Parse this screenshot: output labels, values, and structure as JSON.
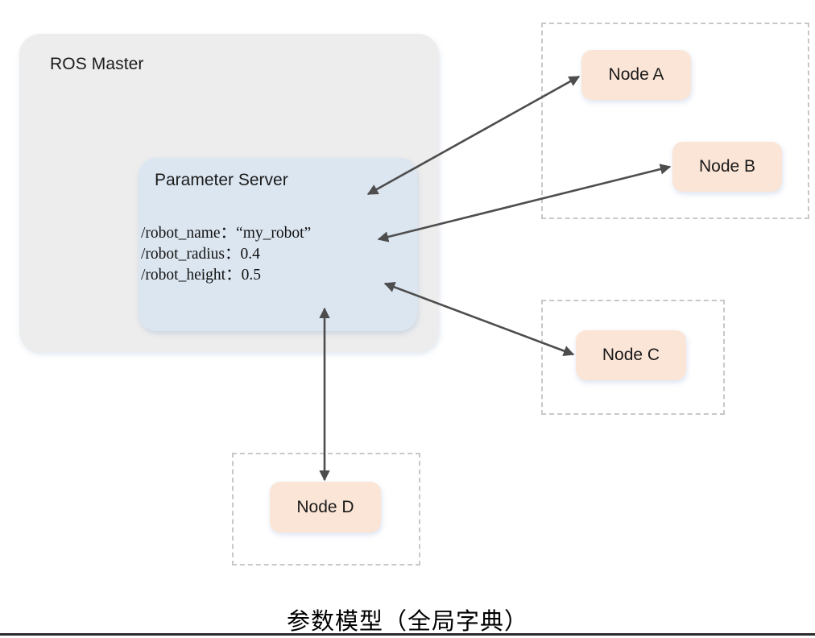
{
  "diagram": {
    "master": {
      "label": "ROS Master"
    },
    "parameter_server": {
      "title": "Parameter Server",
      "params": [
        "/robot_name：“my_robot”",
        "/robot_radius：0.4",
        "/robot_height：0.5"
      ]
    },
    "nodes": [
      {
        "id": "node-a",
        "label": "Node A"
      },
      {
        "id": "node-b",
        "label": "Node B"
      },
      {
        "id": "node-c",
        "label": "Node C"
      },
      {
        "id": "node-d",
        "label": "Node D"
      }
    ],
    "connections": [
      {
        "from": "parameter-server",
        "to": "node-a",
        "style": "double-arrow"
      },
      {
        "from": "parameter-server",
        "to": "node-b",
        "style": "double-arrow"
      },
      {
        "from": "parameter-server",
        "to": "node-c",
        "style": "double-arrow"
      },
      {
        "from": "parameter-server",
        "to": "node-d",
        "style": "double-arrow"
      }
    ],
    "caption": "参数模型（全局字典）",
    "colors": {
      "master_fill": "#ededed",
      "parameter_server_fill": "#dce6f1",
      "node_fill": "#fbe5d6",
      "group_border": "#c8c8c8",
      "arrow": "#4d4d4d",
      "text": "#1a1a1a"
    }
  }
}
